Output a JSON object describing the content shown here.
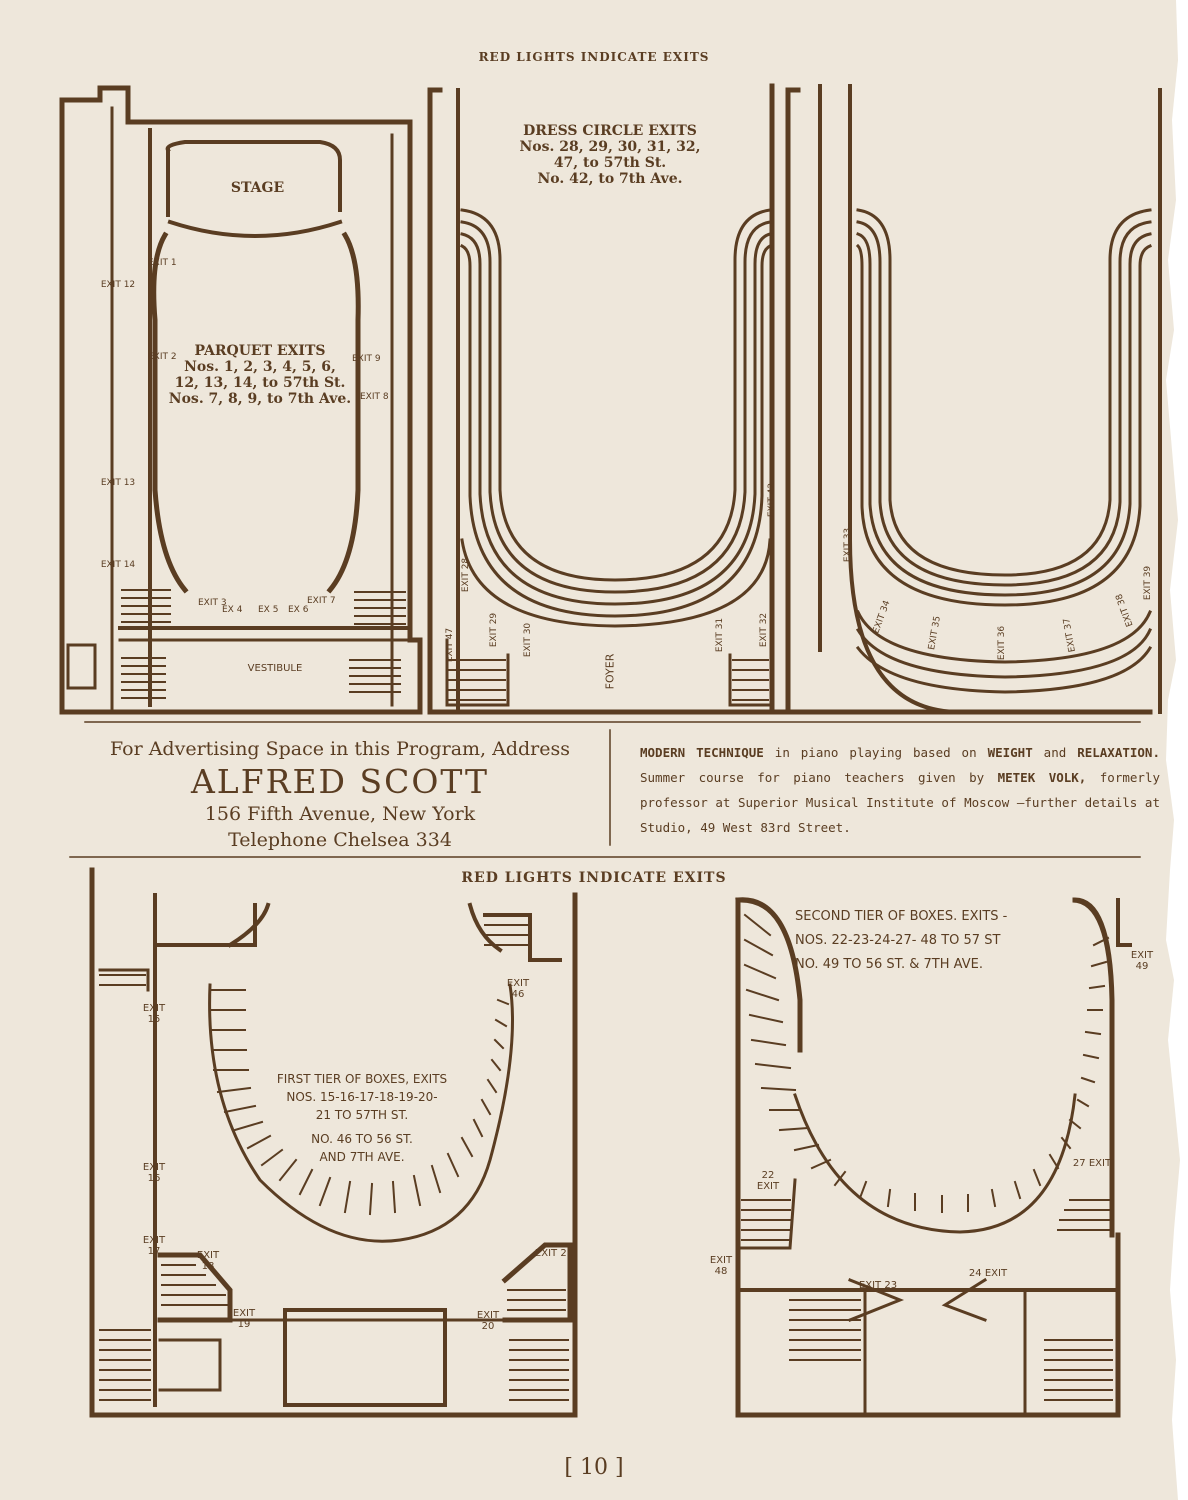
{
  "headers": {
    "top": "RED LIGHTS INDICATE EXITS",
    "middle": "RED LIGHTS INDICATE EXITS"
  },
  "parquet_plan": {
    "stage": "STAGE",
    "title": "PARQUET EXITS",
    "line1": "Nos. 1, 2, 3, 4, 5, 6,",
    "line2": "12, 13, 14, to 57th St.",
    "line3": "Nos. 7, 8, 9, to 7th Ave.",
    "vestibule": "VESTIBULE",
    "exits": [
      "EXIT 1",
      "EXIT 2",
      "EXIT 3",
      "EX 4",
      "EX 5",
      "EX 6",
      "EXIT 7",
      "EXIT 8",
      "EXIT 9",
      "EXIT 12",
      "EXIT 13",
      "EXIT 14"
    ]
  },
  "dress_circle_plan": {
    "title": "DRESS CIRCLE EXITS",
    "line1": "Nos. 28, 29, 30, 31, 32,",
    "line2": "47, to 57th St.",
    "line3": "No. 42, to 7th Ave.",
    "foyer": "FOYER",
    "exits": [
      "EXIT 28",
      "EXIT 29",
      "EXIT 30",
      "EXIT 31",
      "EXIT 32",
      "EXIT 42",
      "EXIT 47"
    ]
  },
  "balcony_plan": {
    "exits": [
      "EXIT 33",
      "EXIT 34",
      "EXIT 35",
      "EXIT 36",
      "EXIT 37",
      "EXIT 38",
      "EXIT 39"
    ]
  },
  "ad_left": {
    "line1": "For Advertising Space in this Program, Address",
    "name": "ALFRED SCOTT",
    "address": "156 Fifth Avenue, New York",
    "phone": "Telephone Chelsea 334"
  },
  "ad_right": {
    "b1": "MODERN TECHNIQUE",
    "t1": " in piano playing based on ",
    "b2": "WEIGHT",
    "t2": " and ",
    "b3": "RELAXATION.",
    "t3": " Summer course for piano teachers given by ",
    "b4": "METEK VOLK,",
    "t4": " formerly professor at Superior Musical Institute of Moscow —further details at Studio, 49 West 83rd Street."
  },
  "first_tier": {
    "line1": "FIRST TIER OF BOXES, EXITS",
    "line2": "NOS. 15-16-17-18-19-20-",
    "line3": "21 TO 57TH ST.",
    "line4": "NO. 46 TO 56 ST.",
    "line5": "AND 7TH AVE.",
    "exits": [
      "EXIT 15",
      "EXIT 16",
      "EXIT 17",
      "EXIT 18",
      "EXIT 19",
      "EXIT 20",
      "EXIT 21",
      "EXIT 46"
    ]
  },
  "second_tier": {
    "line1": "SECOND TIER OF BOXES. EXITS -",
    "line2": "NOS. 22-23-24-27- 48 TO 57 ST",
    "line3": "NO. 49 TO 56 ST. & 7TH AVE.",
    "exits": [
      "22 EXIT",
      "EXIT 23",
      "24 EXIT",
      "27 EXIT",
      "EXIT 48",
      "EXIT 49"
    ]
  },
  "page_number": "[ 10 ]"
}
